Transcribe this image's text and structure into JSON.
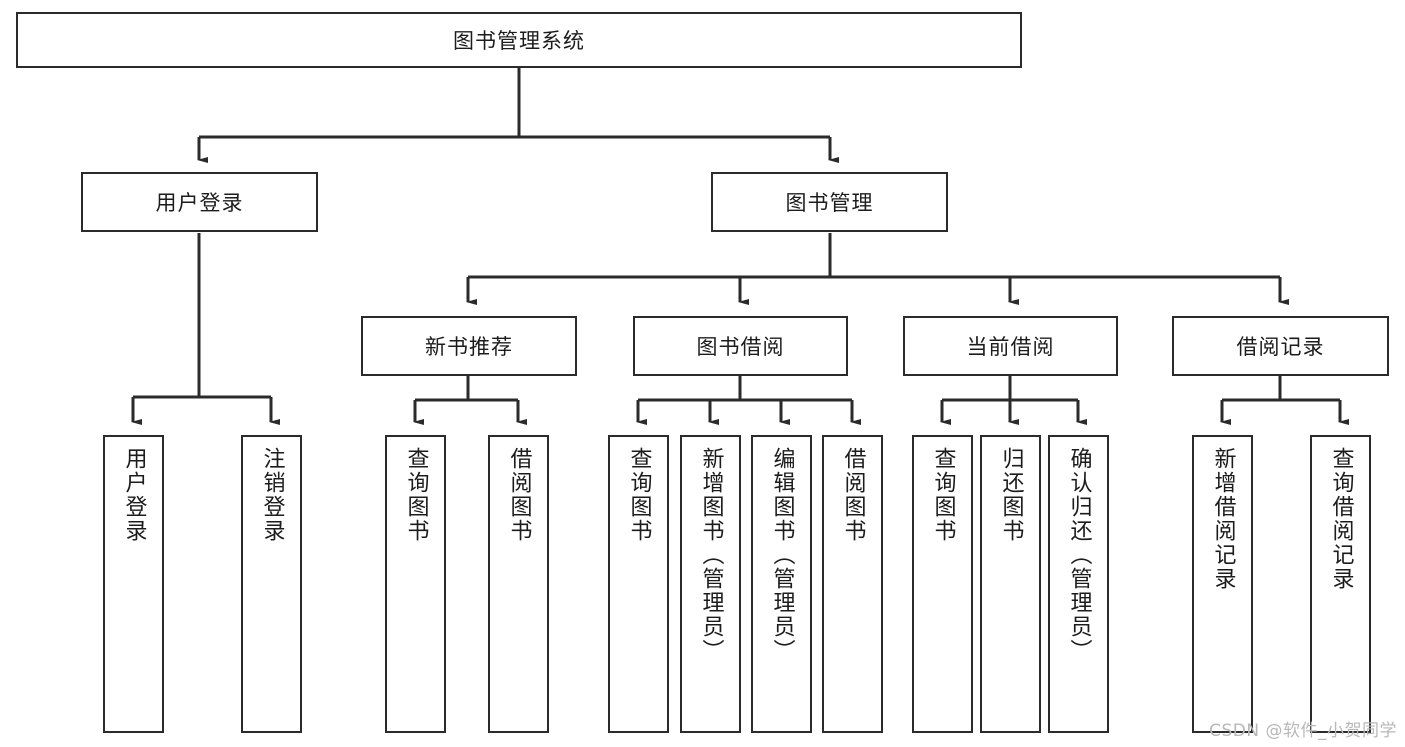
{
  "diagram": {
    "title": "图书管理系统",
    "watermark": "CSDN @软件_小贺同学",
    "root": {
      "label": "图书管理系统"
    },
    "level2": [
      {
        "label": "用户登录"
      },
      {
        "label": "图书管理"
      }
    ],
    "level3": [
      {
        "label": "新书推荐"
      },
      {
        "label": "图书借阅"
      },
      {
        "label": "当前借阅"
      },
      {
        "label": "借阅记录"
      }
    ],
    "leaves": {
      "user_login": [
        {
          "label": "用户登录"
        },
        {
          "label": "注销登录"
        }
      ],
      "new_book_recommend": [
        {
          "label": "查询图书"
        },
        {
          "label": "借阅图书"
        }
      ],
      "book_borrow": [
        {
          "label": "查询图书"
        },
        {
          "label": "新增图书（管理员）"
        },
        {
          "label": "编辑图书（管理员）"
        },
        {
          "label": "借阅图书"
        }
      ],
      "current_borrow": [
        {
          "label": "查询图书"
        },
        {
          "label": "归还图书"
        },
        {
          "label": "确认归还（管理员）"
        }
      ],
      "borrow_record": [
        {
          "label": "新增借阅记录"
        },
        {
          "label": "查询借阅记录"
        }
      ]
    },
    "colors": {
      "stroke": "#2b2b2b",
      "fill": "#ffffff",
      "text": "#1c1c1c",
      "watermark": "#b8b8b8"
    }
  }
}
